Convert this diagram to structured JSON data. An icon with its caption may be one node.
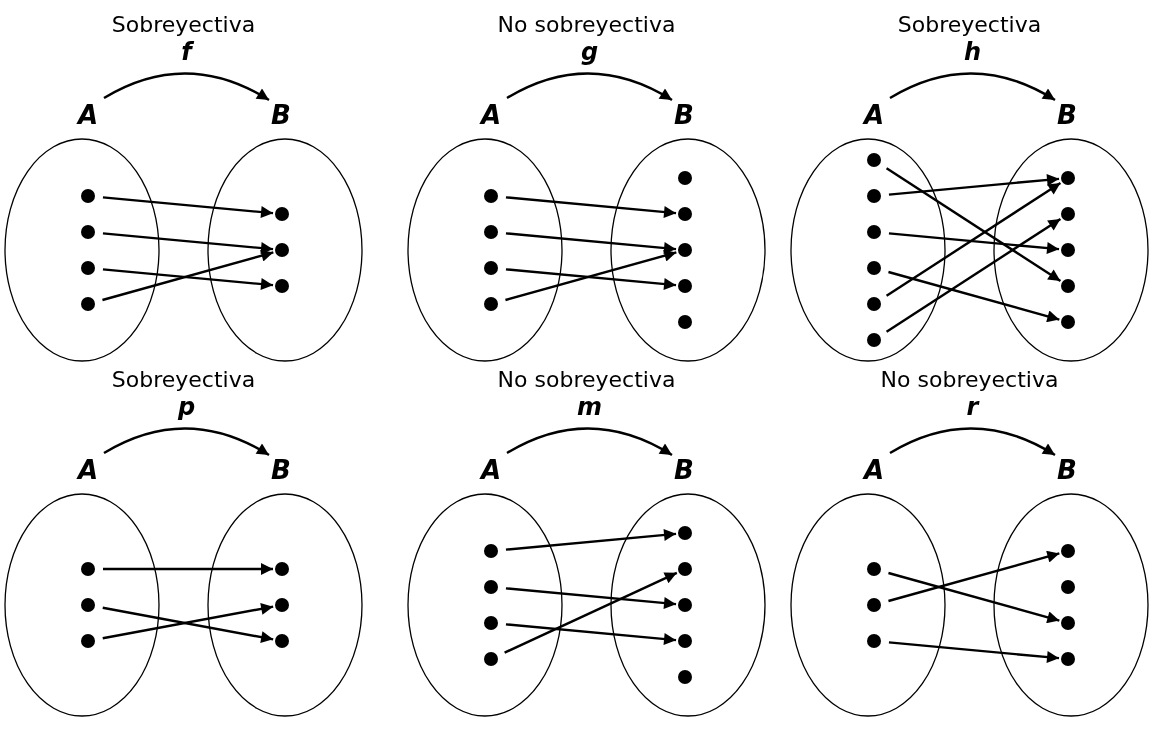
{
  "diagram": {
    "nodes": [
      {
        "text": [
          "A"
        ]
      },
      {
        "text": [],
        "shape": "circle",
        "in": 0
      },
      {
        "text": [],
        "shape": "circle",
        "in": 0
      },
      {
        "text": [],
        "shape": "circle",
        "in": 0
      },
      {
        "text": [],
        "shape": "circle",
        "in": 0
      },
      {
        "text": [
          "B"
        ]
      },
      {
        "text": [],
        "shape": "circle",
        "in": 5
      },
      {
        "text": [],
        "shape": "circle",
        "in": 5
      },
      {
        "text": [],
        "shape": "circle",
        "in": 5
      },
      {
        "text": [
          "A"
        ]
      },
      {
        "text": [],
        "shape": "circle",
        "in": 9
      },
      {
        "text": [],
        "shape": "circle",
        "in": 9
      },
      {
        "text": [],
        "shape": "circle",
        "in": 9
      },
      {
        "text": [],
        "shape": "circle",
        "in": 9
      },
      {
        "text": [
          "B"
        ]
      },
      {
        "text": [],
        "shape": "circle",
        "in": 14
      },
      {
        "text": [],
        "shape": "circle",
        "in": 14
      },
      {
        "text": [],
        "shape": "circle",
        "in": 14
      },
      {
        "text": [],
        "shape": "circle",
        "in": 14
      },
      {
        "text": [],
        "shape": "circle",
        "in": 14
      },
      {
        "text": [
          "A"
        ]
      },
      {
        "text": [],
        "shape": "circle",
        "in": 20
      },
      {
        "text": [],
        "shape": "circle",
        "in": 20
      },
      {
        "text": [],
        "shape": "circle",
        "in": 20
      },
      {
        "text": [],
        "shape": "circle",
        "in": 20
      },
      {
        "text": [],
        "shape": "circle",
        "in": 20
      },
      {
        "text": [],
        "shape": "circle",
        "in": 20
      },
      {
        "text": [
          "B"
        ]
      },
      {
        "text": [],
        "shape": "circle",
        "in": 27
      },
      {
        "text": [],
        "shape": "circle",
        "in": 27
      },
      {
        "text": [],
        "shape": "circle",
        "in": 27
      },
      {
        "text": [],
        "shape": "circle",
        "in": 27
      },
      {
        "text": [],
        "shape": "circle",
        "in": 27
      },
      {
        "text": [
          "A"
        ]
      },
      {
        "text": [],
        "shape": "circle",
        "in": 33
      },
      {
        "text": [],
        "shape": "circle",
        "in": 33
      },
      {
        "text": [],
        "shape": "circle",
        "in": 33
      },
      {
        "text": [
          "B"
        ]
      },
      {
        "text": [],
        "shape": "circle",
        "in": 37
      },
      {
        "text": [],
        "shape": "circle",
        "in": 37
      },
      {
        "text": [],
        "shape": "circle",
        "in": 37
      },
      {
        "text": [
          "A"
        ]
      },
      {
        "text": [],
        "shape": "circle",
        "in": 41
      },
      {
        "text": [],
        "shape": "circle",
        "in": 41
      },
      {
        "text": [],
        "shape": "circle",
        "in": 41
      },
      {
        "text": [],
        "shape": "circle",
        "in": 41
      },
      {
        "text": [
          "B"
        ]
      },
      {
        "text": [],
        "shape": "circle",
        "in": 46
      },
      {
        "text": [],
        "shape": "circle",
        "in": 46
      },
      {
        "text": [],
        "shape": "circle",
        "in": 46
      },
      {
        "text": [],
        "shape": "circle",
        "in": 46
      },
      {
        "text": [],
        "shape": "circle",
        "in": 46
      },
      {
        "text": [
          "A"
        ]
      },
      {
        "text": [],
        "shape": "circle",
        "in": 52
      },
      {
        "text": [],
        "shape": "circle",
        "in": 52
      },
      {
        "text": [],
        "shape": "circle",
        "in": 52
      },
      {
        "text": [
          "B"
        ]
      },
      {
        "text": [],
        "shape": "circle",
        "in": 56
      },
      {
        "text": [],
        "shape": "circle",
        "in": 56
      },
      {
        "text": [],
        "shape": "circle",
        "in": 56
      },
      {
        "text": [],
        "shape": "circle",
        "in": 56
      }
    ],
    "edges": [
      {
        "from": 0,
        "to": 5,
        "arrow": "to",
        "label": "f"
      },
      {
        "from": 1,
        "to": 6,
        "arrow": "to"
      },
      {
        "from": 2,
        "to": 7,
        "arrow": "to"
      },
      {
        "from": 3,
        "to": 8,
        "arrow": "to"
      },
      {
        "from": 4,
        "to": 7,
        "arrow": "to"
      },
      {
        "from": 9,
        "to": 14,
        "arrow": "to",
        "label": "g"
      },
      {
        "from": 10,
        "to": 16,
        "arrow": "to"
      },
      {
        "from": 11,
        "to": 17,
        "arrow": "to"
      },
      {
        "from": 12,
        "to": 18,
        "arrow": "to"
      },
      {
        "from": 13,
        "to": 17,
        "arrow": "to"
      },
      {
        "from": 20,
        "to": 27,
        "arrow": "to",
        "label": "h"
      },
      {
        "from": 21,
        "to": 31,
        "arrow": "to"
      },
      {
        "from": 22,
        "to": 28,
        "arrow": "to"
      },
      {
        "from": 23,
        "to": 30,
        "arrow": "to"
      },
      {
        "from": 24,
        "to": 32,
        "arrow": "to"
      },
      {
        "from": 25,
        "to": 28,
        "arrow": "to"
      },
      {
        "from": 26,
        "to": 29,
        "arrow": "to"
      },
      {
        "from": 33,
        "to": 37,
        "arrow": "to",
        "label": "p"
      },
      {
        "from": 34,
        "to": 38,
        "arrow": "to"
      },
      {
        "from": 35,
        "to": 40,
        "arrow": "to"
      },
      {
        "from": 36,
        "to": 39,
        "arrow": "to"
      },
      {
        "from": 41,
        "to": 46,
        "arrow": "to",
        "label": "m"
      },
      {
        "from": 42,
        "to": 47,
        "arrow": "to"
      },
      {
        "from": 43,
        "to": 49,
        "arrow": "to"
      },
      {
        "from": 44,
        "to": 50,
        "arrow": "to"
      },
      {
        "from": 45,
        "to": 48,
        "arrow": "to"
      },
      {
        "from": 52,
        "to": 56,
        "arrow": "to",
        "label": "r"
      },
      {
        "from": 53,
        "to": 59,
        "arrow": "to"
      },
      {
        "from": 54,
        "to": 57,
        "arrow": "to"
      },
      {
        "from": 55,
        "to": 60,
        "arrow": "to"
      }
    ],
    "labels": [
      "Sobreyectiva",
      "No sobreyectiva",
      "Sobreyectiva",
      "Sobreyectiva",
      "No sobreyectiva",
      "No sobreyectiva"
    ]
  }
}
